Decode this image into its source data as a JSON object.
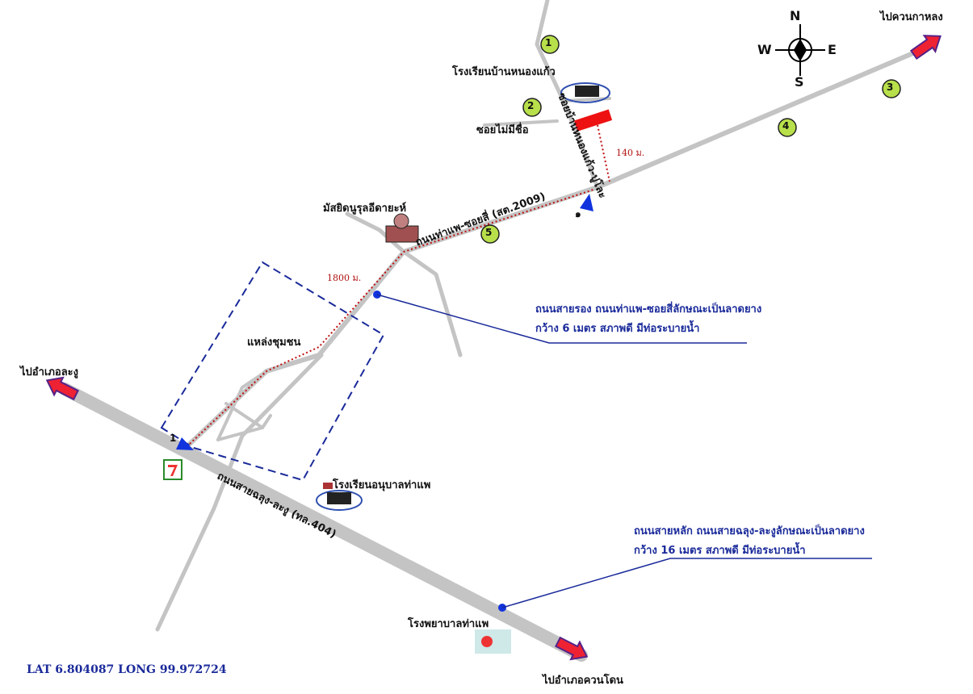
{
  "compass": {
    "n": "N",
    "s": "S",
    "e": "E",
    "w": "W"
  },
  "directions": {
    "to_khuan_kalong": "ไปควนกาหลง",
    "to_la_ngu": "ไปอำเภอละงู",
    "to_khuan_don": "ไปอำเภอควนโดน"
  },
  "places": {
    "school_nong_kaeo": "โรงเรียนบ้านหนองแก้ว",
    "soi_no_name": "ซอยไม่มีชื่อ",
    "mosque": "มัสยิดนูรุลอีดายะห์",
    "community": "แหล่งชุมชน",
    "kindergarten": "โรงเรียนอนุบาลท่าแพ",
    "hospital": "โรงพยาบาลท่าแพ"
  },
  "roads": {
    "secondary": "ถนนท่าแพ-ซอยสี่ (สต.2009)",
    "side": "ซอยบ้านหนองแก้ว-ปูโละ",
    "main": "ถนนสายฉลุง-ละงู (ทล.404)"
  },
  "distances": {
    "d1": "140 ม.",
    "d2": "1800 ม."
  },
  "markers": [
    "1",
    "2",
    "3",
    "4",
    "5"
  ],
  "start_markers": [
    "๑",
    "1"
  ],
  "notes": {
    "secondary_line1": "ถนนสายรอง ถนนท่าแพ-ซอยสี่ลักษณะเป็นลาดยาง",
    "secondary_line2": "กว้าง 6 เมตร สภาพดี มีท่อระบายน้ำ",
    "main_line1": "ถนนสายหลัก ถนนสายฉลุง-ละงูลักษณะเป็นลาดยาง",
    "main_line2": "กว้าง 16 เมตร สภาพดี มีท่อระบายน้ำ"
  },
  "coordinates": "LAT 6.804087  LONG 99.972724",
  "colors": {
    "road": "#c4c4c4",
    "arrow": "#ee2233",
    "note": "#1a2a9a",
    "route": "#c01010",
    "marker": "#b8e04a"
  }
}
